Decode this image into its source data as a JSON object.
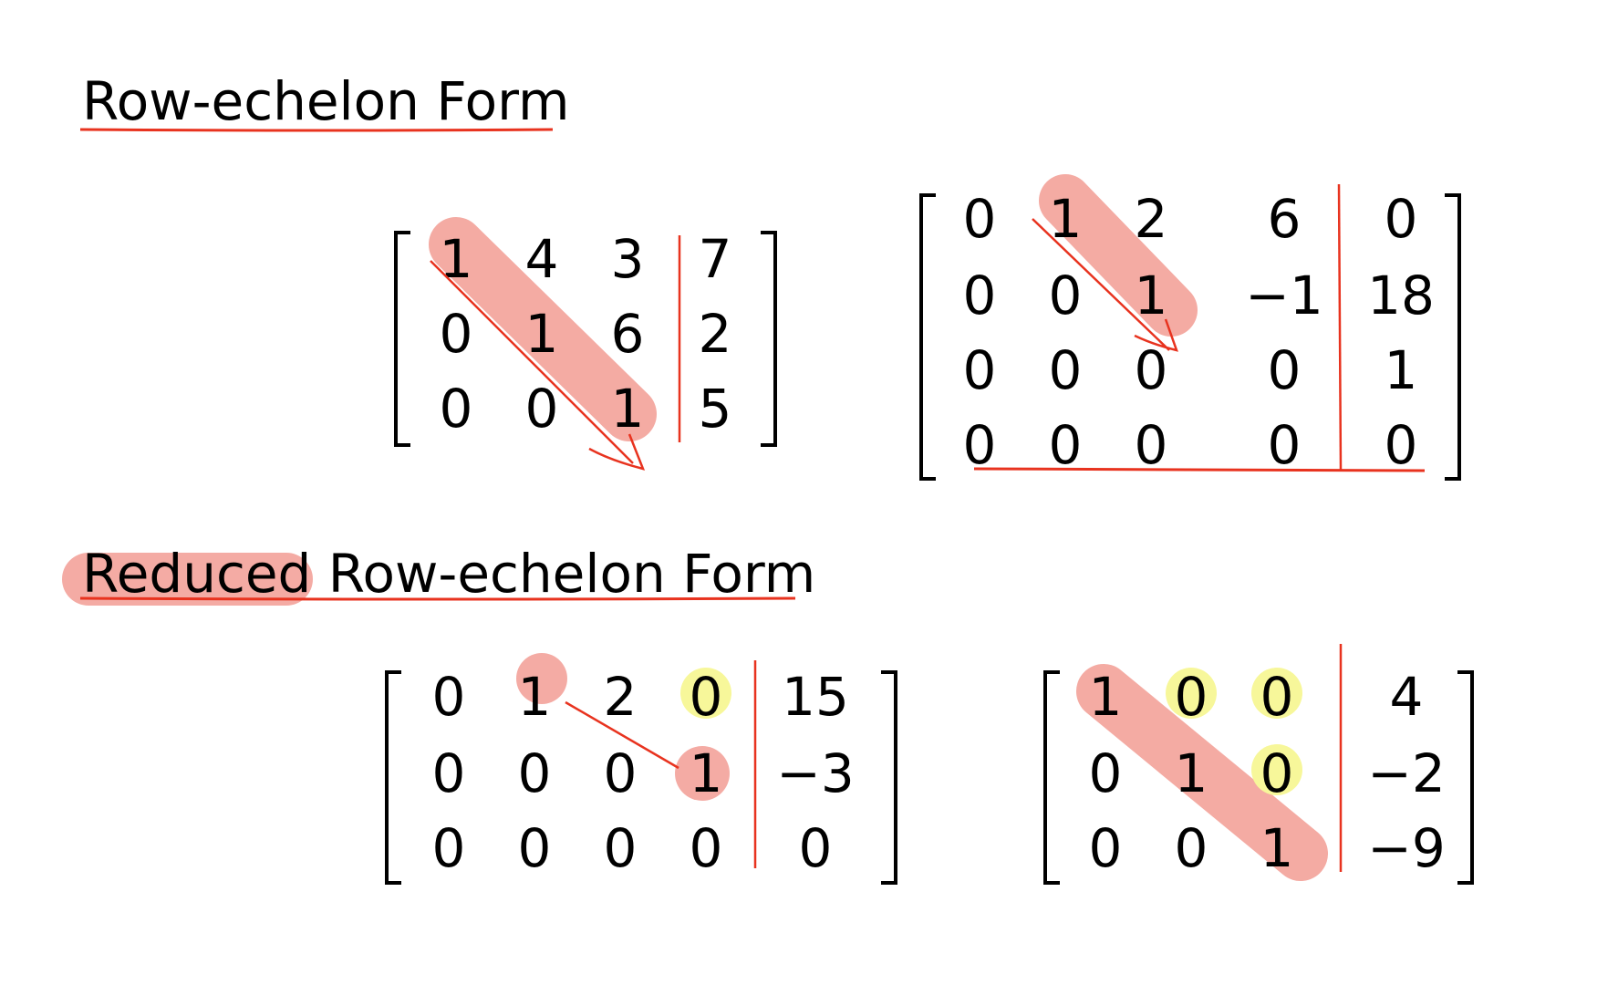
{
  "headings": {
    "ref": "Row-echelon Form",
    "rref_prefix": "Reduced",
    "rref_rest": " Row-echelon Form"
  },
  "matrices": [
    {
      "name": "ref-matrix-1",
      "rows": [
        [
          "1",
          "4",
          "3",
          "7"
        ],
        [
          "0",
          "1",
          "6",
          "2"
        ],
        [
          "0",
          "0",
          "1",
          "5"
        ]
      ],
      "pivot_highlight": "diagonal",
      "yellow_cells": []
    },
    {
      "name": "ref-matrix-2",
      "rows": [
        [
          "0",
          "1",
          "2",
          "6",
          "0"
        ],
        [
          "0",
          "0",
          "1",
          "−1",
          "18"
        ],
        [
          "0",
          "0",
          "0",
          "0",
          "1"
        ],
        [
          "0",
          "0",
          "0",
          "0",
          "0"
        ]
      ],
      "pivot_highlight": "diagonal",
      "yellow_cells": []
    },
    {
      "name": "rref-matrix-1",
      "rows": [
        [
          "0",
          "1",
          "2",
          "0",
          "15"
        ],
        [
          "0",
          "0",
          "0",
          "1",
          "−3"
        ],
        [
          "0",
          "0",
          "0",
          "0",
          "0"
        ]
      ],
      "pivot_highlight": "dots",
      "yellow_cells": [
        [
          0,
          3
        ]
      ]
    },
    {
      "name": "rref-matrix-2",
      "rows": [
        [
          "1",
          "0",
          "0",
          "4"
        ],
        [
          "0",
          "1",
          "0",
          "−2"
        ],
        [
          "0",
          "0",
          "1",
          "−9"
        ]
      ],
      "pivot_highlight": "diagonal",
      "yellow_cells": [
        [
          0,
          1
        ],
        [
          0,
          2
        ],
        [
          1,
          2
        ]
      ]
    }
  ],
  "colors": {
    "ink": "#000000",
    "annotation_red": "#e8331f",
    "pivot_pink": "#f3a29a",
    "yellow_highlight": "#f7f79a"
  }
}
